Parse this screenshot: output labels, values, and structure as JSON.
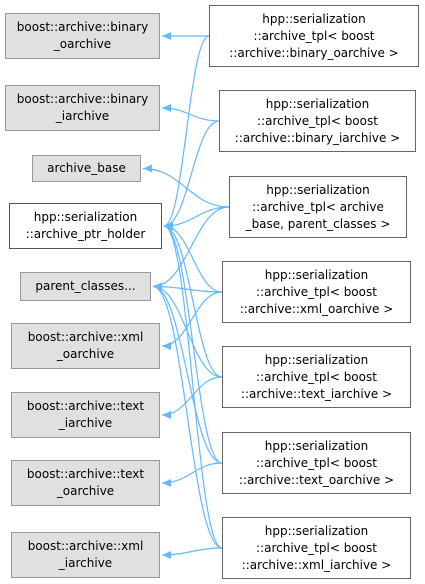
{
  "diagram": {
    "edge_color": "#63b8ff",
    "node_fill_base": "#e0e0e0",
    "node_fill_derived": "#ffffff",
    "nodes": [
      {
        "id": "n_bin_oarch",
        "label": "boost::archive::binary\n_oarchive",
        "kind": "base"
      },
      {
        "id": "n_bin_iarch",
        "label": "boost::archive::binary\n_iarchive",
        "kind": "base"
      },
      {
        "id": "n_arch_base",
        "label": "archive_base",
        "kind": "base"
      },
      {
        "id": "n_ptr_holder",
        "label": "hpp::serialization\n::archive_ptr_holder",
        "kind": "holder"
      },
      {
        "id": "n_parent",
        "label": "parent_classes...",
        "kind": "base"
      },
      {
        "id": "n_xml_oarch",
        "label": "boost::archive::xml\n_oarchive",
        "kind": "base"
      },
      {
        "id": "n_text_iarch",
        "label": "boost::archive::text\n_iarchive",
        "kind": "base"
      },
      {
        "id": "n_text_oarch",
        "label": "boost::archive::text\n_oarchive",
        "kind": "base"
      },
      {
        "id": "n_xml_iarch",
        "label": "boost::archive::xml\n_iarchive",
        "kind": "base"
      },
      {
        "id": "t_bin_o",
        "label": "hpp::serialization\n::archive_tpl< boost\n::archive::binary_oarchive >",
        "kind": "derived"
      },
      {
        "id": "t_bin_i",
        "label": "hpp::serialization\n::archive_tpl< boost\n::archive::binary_iarchive >",
        "kind": "derived"
      },
      {
        "id": "t_arch_base",
        "label": "hpp::serialization\n::archive_tpl< archive\n_base, parent_classes >",
        "kind": "derived"
      },
      {
        "id": "t_xml_o",
        "label": "hpp::serialization\n::archive_tpl< boost\n::archive::xml_oarchive >",
        "kind": "derived"
      },
      {
        "id": "t_text_i",
        "label": "hpp::serialization\n::archive_tpl< boost\n::archive::text_iarchive >",
        "kind": "derived"
      },
      {
        "id": "t_text_o",
        "label": "hpp::serialization\n::archive_tpl< boost\n::archive::text_oarchive >",
        "kind": "derived"
      },
      {
        "id": "t_xml_i",
        "label": "hpp::serialization\n::archive_tpl< boost\n::archive::xml_iarchive >",
        "kind": "derived"
      }
    ],
    "edges": [
      {
        "from": "t_bin_o",
        "to": "n_bin_oarch"
      },
      {
        "from": "t_bin_o",
        "to": "n_ptr_holder"
      },
      {
        "from": "t_bin_i",
        "to": "n_bin_iarch"
      },
      {
        "from": "t_bin_i",
        "to": "n_ptr_holder"
      },
      {
        "from": "t_arch_base",
        "to": "n_arch_base"
      },
      {
        "from": "t_arch_base",
        "to": "n_ptr_holder"
      },
      {
        "from": "t_arch_base",
        "to": "n_parent"
      },
      {
        "from": "t_xml_o",
        "to": "n_ptr_holder"
      },
      {
        "from": "t_xml_o",
        "to": "n_parent"
      },
      {
        "from": "t_xml_o",
        "to": "n_xml_oarch"
      },
      {
        "from": "t_text_i",
        "to": "n_ptr_holder"
      },
      {
        "from": "t_text_i",
        "to": "n_parent"
      },
      {
        "from": "t_text_i",
        "to": "n_text_iarch"
      },
      {
        "from": "t_text_o",
        "to": "n_ptr_holder"
      },
      {
        "from": "t_text_o",
        "to": "n_parent"
      },
      {
        "from": "t_text_o",
        "to": "n_text_oarch"
      },
      {
        "from": "t_xml_i",
        "to": "n_ptr_holder"
      },
      {
        "from": "t_xml_i",
        "to": "n_parent"
      },
      {
        "from": "t_xml_i",
        "to": "n_xml_iarch"
      }
    ]
  }
}
